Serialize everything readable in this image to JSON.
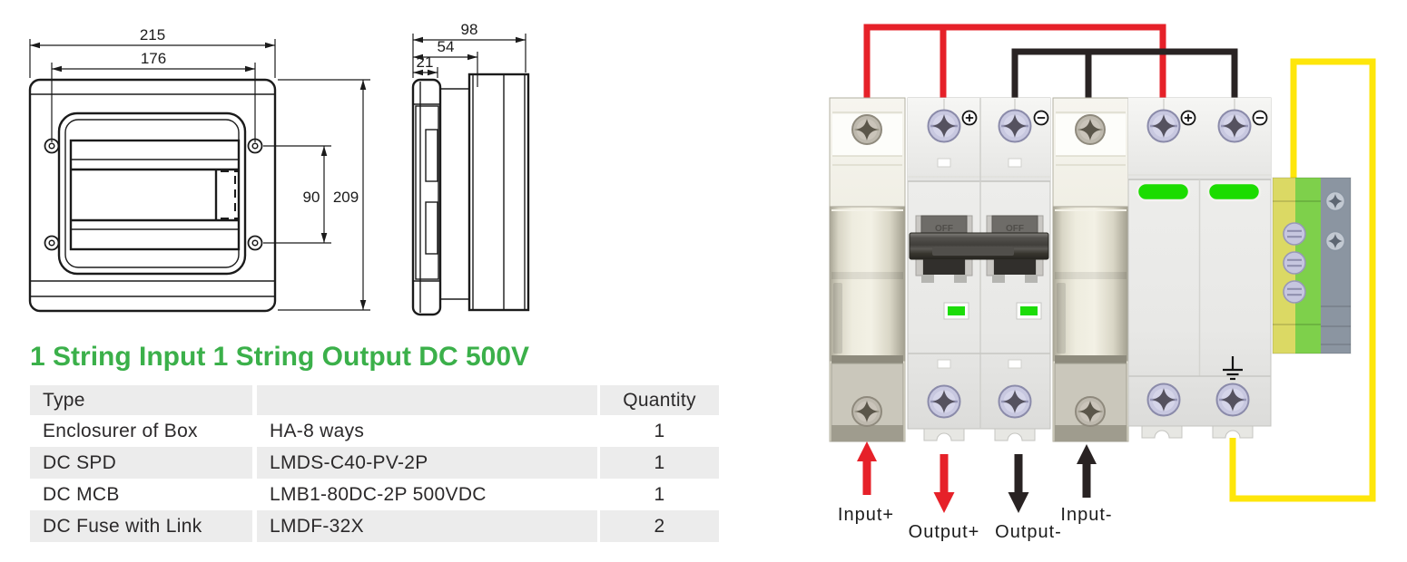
{
  "drawing": {
    "front": {
      "width": "215",
      "inner_width": "176",
      "height": "209",
      "screw_pitch": "90"
    },
    "side": {
      "depth": "98",
      "cover_depth": "54",
      "lid_depth": "21"
    }
  },
  "product": {
    "title": "1 String Input 1 String Output DC 500V",
    "title_color": "#3bb04a",
    "table": {
      "header": {
        "type": "Type",
        "model": "",
        "qty": "Quantity"
      },
      "rows": [
        {
          "type": "Enclosurer of Box",
          "model": "HA-8 ways",
          "qty": "1"
        },
        {
          "type": "DC SPD",
          "model": "LMDS-C40-PV-2P",
          "qty": "1"
        },
        {
          "type": "DC MCB",
          "model": "LMB1-80DC-2P 500VDC",
          "qty": "1"
        },
        {
          "type": "DC Fuse with Link",
          "model": "LMDF-32X",
          "qty": "2"
        }
      ]
    }
  },
  "wiring": {
    "labels": {
      "input_plus": "Input+",
      "output_plus": "Output+",
      "output_minus": "Output-",
      "input_minus": "Input-"
    },
    "mcb_switch_state": "OFF",
    "colors": {
      "positive_wire": "#e62129",
      "negative_wire": "#292323",
      "earth_wire": "#fee60a",
      "indicator_green": "#1bdc00",
      "terminal_yellow": "#dbd964",
      "terminal_green": "#7ed04b",
      "terminal_gray": "#8b95a1"
    }
  }
}
